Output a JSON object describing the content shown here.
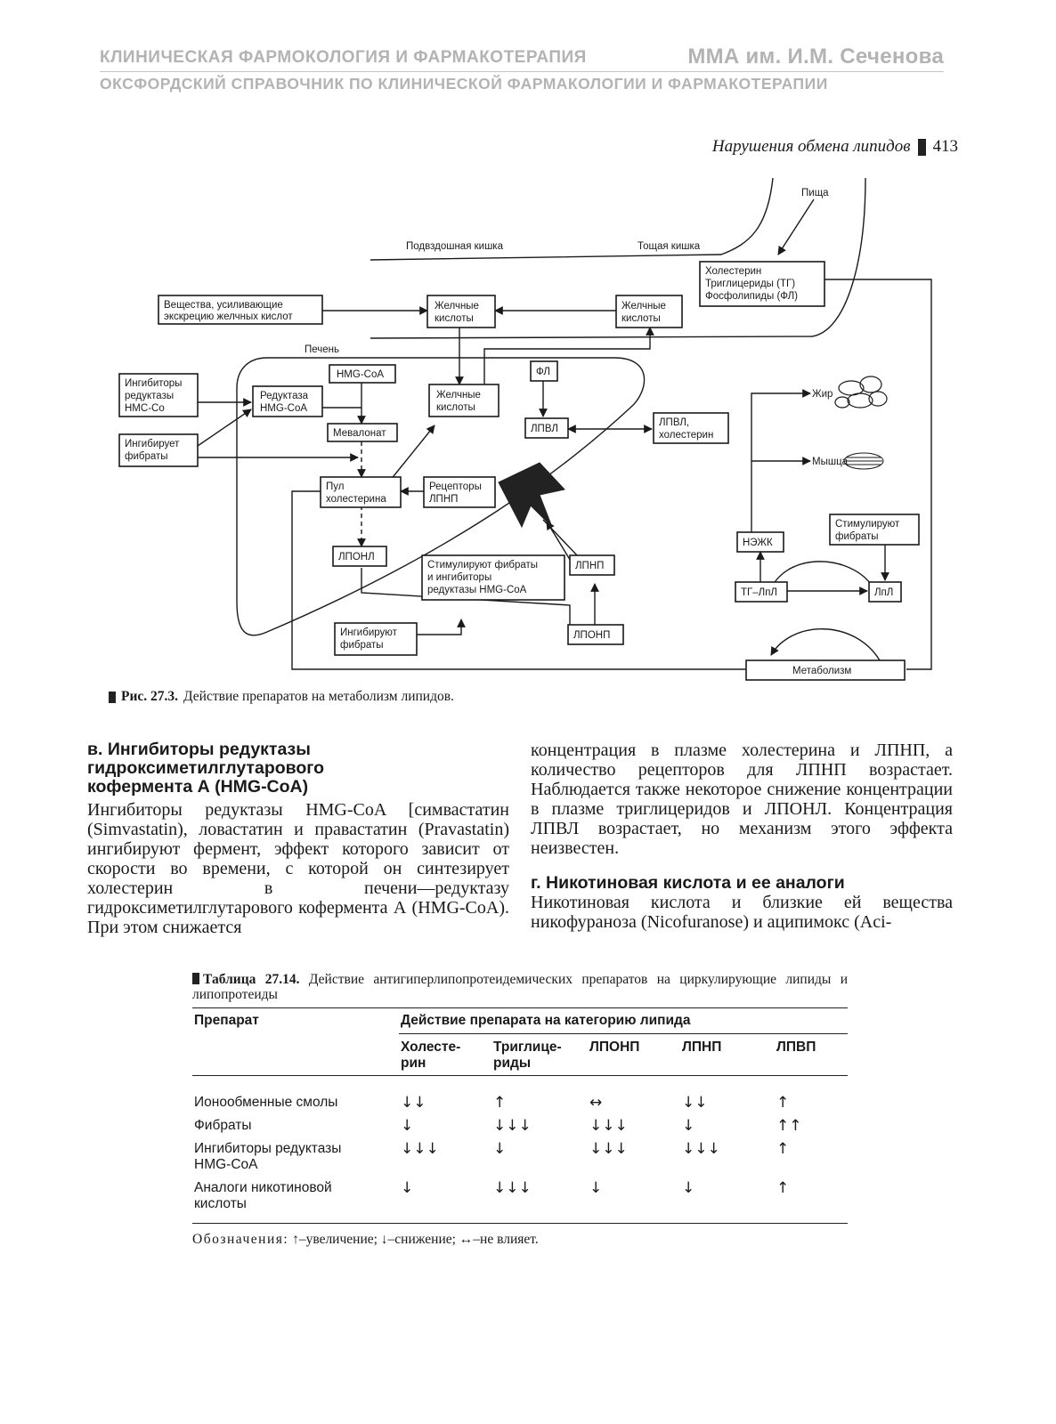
{
  "header": {
    "line1_left": "КЛИНИЧЕСКАЯ ФАРМОКОЛОГИЯ И ФАРМАКОТЕРАПИЯ",
    "line1_right": "ММА им. И.М. Сеченова",
    "line2": "ОКСФОРДСКИЙ СПРАВОЧНИК ПО КЛИНИЧЕСКОЙ ФАРМАКОЛОГИИ И ФАРМАКОТЕРАПИИ"
  },
  "running_head": {
    "title": "Нарушения обмена липидов",
    "page": "413"
  },
  "diagram": {
    "food": "Пища",
    "ileum": "Подвздошная кишка",
    "jejunum": "Тощая кишка",
    "dietary_lipids": [
      "Холестерин",
      "Триглицериды (ТГ)",
      "Фосфолипиды (ФЛ)"
    ],
    "bile_excretion_agents": [
      "Вещества, усиливающие",
      "экскрецию желчных кислот"
    ],
    "bile_acids_center": [
      "Желчные",
      "кислоты"
    ],
    "bile_acids_right": [
      "Желчные",
      "кислоты"
    ],
    "liver": "Печень",
    "hmg_coa": "HMG-CoA",
    "reductase_inhibitors": [
      "Ингибиторы",
      "редуктазы",
      "HMC-Co"
    ],
    "reductase": [
      "Редуктаза",
      "HMG-CoA"
    ],
    "bile_acids_liver": [
      "Желчные",
      "кислоты"
    ],
    "pl": "ФЛ",
    "mevalonate": "Мевалонат",
    "fibrates_inhibit_1": [
      "Ингибирует",
      "фибраты"
    ],
    "hdl": "ЛПВЛ",
    "hdl_cholesterol": [
      "ЛПВЛ,",
      "холестерин"
    ],
    "fat": "Жир",
    "muscle": "Мышца",
    "cholesterol_pool": [
      "Пул",
      "холестерина"
    ],
    "ldl_receptors": [
      "Рецепторы",
      "ЛПНП"
    ],
    "vldl": "ЛПОНЛ",
    "stimulate_box": [
      "Стимулируют фибраты",
      "и ингибиторы",
      "редуктазы HMG-CoA"
    ],
    "ldl": "ЛПНП",
    "nefa": "НЭЖК",
    "fibrates_stimulate": [
      "Стимулируют",
      "фибраты"
    ],
    "tg_lpl": "ТГ–ЛпЛ",
    "lpl": "ЛпЛ",
    "fibrates_inhibit_2": [
      "Ингибируют",
      "фибраты"
    ],
    "vldl_plasma": "ЛПОНП",
    "metabolism": "Метаболизм"
  },
  "figure_caption": {
    "label": "Рис. 27.3.",
    "text": "Действие препаратов на метаболизм липидов."
  },
  "section_v": {
    "heading": [
      "в. Ингибиторы редуктазы",
      "гидроксиметилглутарового",
      "кофермента А (HMG-CoA)"
    ],
    "body": "Ингибиторы редуктазы HMG-CoA [симвастатин (Simvastatin), ловастатин и правастатин (Pravastatin) ингибируют фермент, эффект которого зависит от скорости во времени, с которой он синтезирует холестерин в печени—редуктазу гидроксиметилглутарового кофермента А (HMG-CoA). При этом снижается"
  },
  "right_column": {
    "continuation": "концентрация в плазме холестерина и ЛПНП, а количество рецепторов для ЛПНП возрастает. Наблюдается также некоторое снижение концентрации в плазме триглицеридов и ЛПОНЛ. Концентрация ЛПВЛ возрастает, но механизм этого эффекта неизвестен.",
    "heading_g": "г. Никотиновая кислота и ее аналоги",
    "body_g": "Никотиновая кислота и близкие ей вещества никофураноза (Nicofuranose) и аципимокс (Aci-"
  },
  "table": {
    "label": "Таблица 27.14.",
    "title": "Действие антигиперлипопротеидемических препаратов на циркулирующие липиды и липопротеиды",
    "col_drug": "Препарат",
    "group_header": "Действие препарата на категорию липида",
    "columns": [
      [
        "Холесте-",
        "рин"
      ],
      [
        "Триглице-",
        "риды"
      ],
      [
        "ЛПОНП"
      ],
      [
        "ЛПНП"
      ],
      [
        "ЛПВП"
      ]
    ],
    "rows": [
      {
        "drug": [
          "Ионообменные смолы"
        ],
        "values": [
          "↓↓",
          "↑",
          "↔",
          "↓↓",
          "↑"
        ]
      },
      {
        "drug": [
          "Фибраты"
        ],
        "values": [
          "↓",
          "↓↓↓",
          "↓↓↓",
          "↓",
          "↑↑"
        ]
      },
      {
        "drug": [
          "Ингибиторы редуктазы",
          "HMG-CoA"
        ],
        "values": [
          "↓↓↓",
          "↓",
          "↓↓↓",
          "↓↓↓",
          "↑"
        ]
      },
      {
        "drug": [
          "Аналоги никотиновой",
          "кислоты"
        ],
        "values": [
          "↓",
          "↓↓↓",
          "↓",
          "↓",
          "↑"
        ]
      }
    ],
    "legend_key": "Обозначения:",
    "legend_text": "↑–увеличение; ↓–снижение; ↔–не влияет."
  }
}
